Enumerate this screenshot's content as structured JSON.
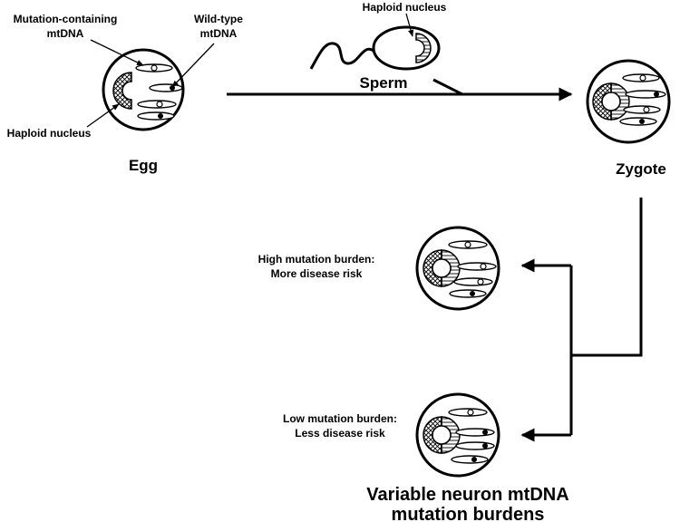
{
  "labels": {
    "mutation_mtdna_line1": "Mutation-containing",
    "mutation_mtdna_line2": "mtDNA",
    "wildtype_line1": "Wild-type",
    "wildtype_line2": "mtDNA",
    "egg_haploid": "Haploid nucleus",
    "egg": "Egg",
    "sperm_haploid": "Haploid nucleus",
    "sperm": "Sperm",
    "zygote": "Zygote",
    "high_line1": "High mutation burden:",
    "high_line2": "More disease risk",
    "low_line1": "Low mutation burden:",
    "low_line2": "Less disease risk",
    "caption_line1": "Variable neuron mtDNA",
    "caption_line2": "mutation burdens"
  },
  "colors": {
    "ink": "#000000",
    "background": "#ffffff"
  }
}
